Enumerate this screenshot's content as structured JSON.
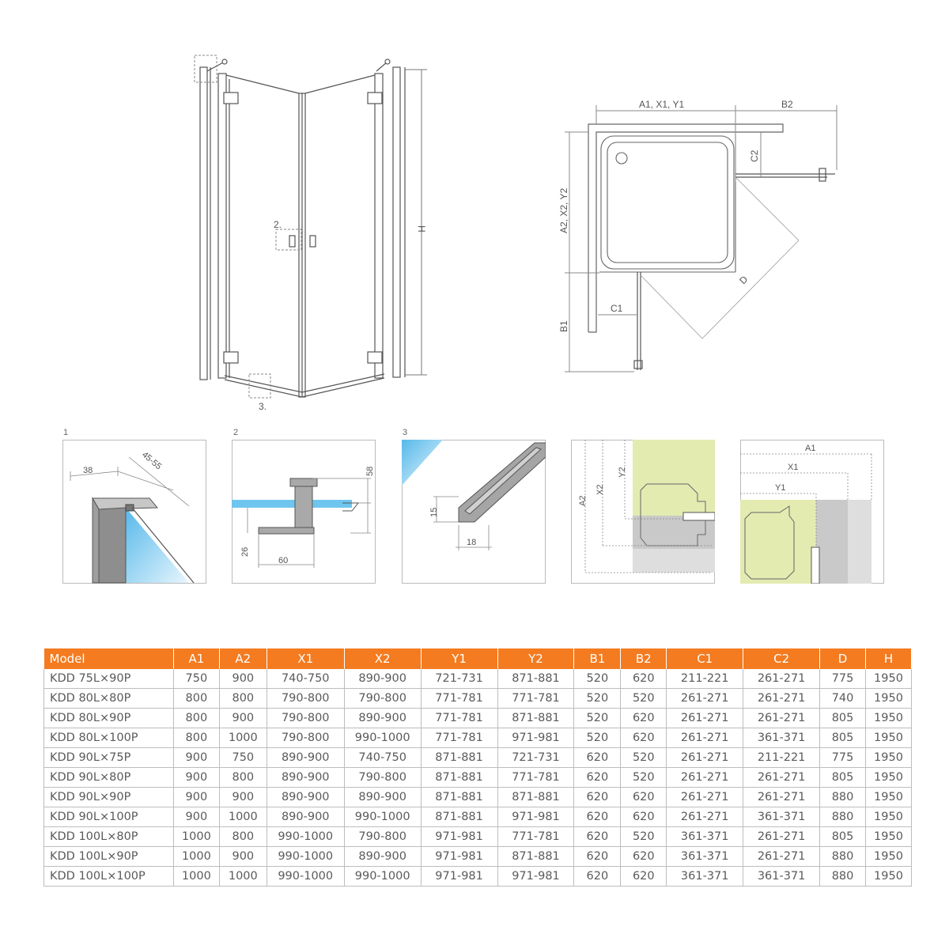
{
  "front_view": {
    "dim_h": "H",
    "callout_2": "2.",
    "callout_3": "3."
  },
  "top_view": {
    "dim_a1_x1_y1": "A1, X1, Y1",
    "dim_b2": "B2",
    "dim_c2": "C2",
    "dim_a2_x2_y2": "A2, X2, Y2",
    "dim_d": "D",
    "dim_c1": "C1",
    "dim_b1": "B1"
  },
  "details": [
    {
      "label": "1",
      "dims": [
        "38",
        "45-55"
      ]
    },
    {
      "label": "2",
      "dims": [
        "58",
        "26",
        "60"
      ]
    },
    {
      "label": "3",
      "dims": [
        "15",
        "18"
      ]
    },
    {
      "label": "",
      "dims": [
        "A2",
        "X2",
        "Y2"
      ]
    },
    {
      "label": "",
      "dims": [
        "A1",
        "X1",
        "Y1"
      ]
    }
  ],
  "colors": {
    "header": "#f47b20",
    "glass": "#6ec6ef",
    "wall": "#e3ebb1",
    "profile": "#9e9e9e"
  },
  "table": {
    "headers": [
      "Model",
      "A1",
      "A2",
      "X1",
      "X2",
      "Y1",
      "Y2",
      "B1",
      "B2",
      "C1",
      "C2",
      "D",
      "H"
    ],
    "rows": [
      [
        "KDD 75L×90P",
        "750",
        "900",
        "740-750",
        "890-900",
        "721-731",
        "871-881",
        "520",
        "620",
        "211-221",
        "261-271",
        "775",
        "1950"
      ],
      [
        "KDD 80L×80P",
        "800",
        "800",
        "790-800",
        "790-800",
        "771-781",
        "771-781",
        "520",
        "520",
        "261-271",
        "261-271",
        "740",
        "1950"
      ],
      [
        "KDD 80L×90P",
        "800",
        "900",
        "790-800",
        "890-900",
        "771-781",
        "871-881",
        "520",
        "620",
        "261-271",
        "261-271",
        "805",
        "1950"
      ],
      [
        "KDD 80L×100P",
        "800",
        "1000",
        "790-800",
        "990-1000",
        "771-781",
        "971-981",
        "520",
        "620",
        "261-271",
        "361-371",
        "805",
        "1950"
      ],
      [
        "KDD 90L×75P",
        "900",
        "750",
        "890-900",
        "740-750",
        "871-881",
        "721-731",
        "620",
        "520",
        "261-271",
        "211-221",
        "775",
        "1950"
      ],
      [
        "KDD 90L×80P",
        "900",
        "800",
        "890-900",
        "790-800",
        "871-881",
        "771-781",
        "620",
        "520",
        "261-271",
        "261-271",
        "805",
        "1950"
      ],
      [
        "KDD 90L×90P",
        "900",
        "900",
        "890-900",
        "890-900",
        "871-881",
        "871-881",
        "620",
        "620",
        "261-271",
        "261-271",
        "880",
        "1950"
      ],
      [
        "KDD 90L×100P",
        "900",
        "1000",
        "890-900",
        "990-1000",
        "871-881",
        "971-981",
        "620",
        "620",
        "261-271",
        "361-371",
        "880",
        "1950"
      ],
      [
        "KDD 100L×80P",
        "1000",
        "800",
        "990-1000",
        "790-800",
        "971-981",
        "771-781",
        "620",
        "520",
        "361-371",
        "261-271",
        "805",
        "1950"
      ],
      [
        "KDD 100L×90P",
        "1000",
        "900",
        "990-1000",
        "890-900",
        "971-981",
        "871-881",
        "620",
        "620",
        "361-371",
        "261-271",
        "880",
        "1950"
      ],
      [
        "KDD 100L×100P",
        "1000",
        "1000",
        "990-1000",
        "990-1000",
        "971-981",
        "971-981",
        "620",
        "620",
        "361-371",
        "361-371",
        "880",
        "1950"
      ]
    ]
  }
}
